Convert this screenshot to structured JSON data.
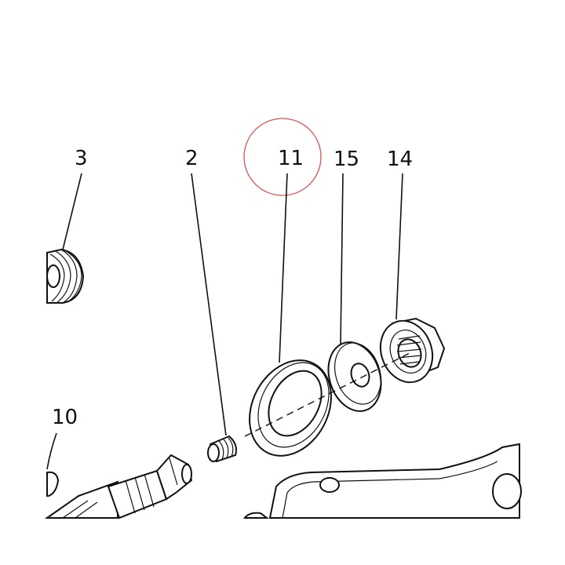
{
  "callouts": {
    "part_3": "3",
    "part_2": "2",
    "part_11": "11",
    "part_15": "15",
    "part_14": "14",
    "part_10": "10"
  },
  "highlight_color": "#d9534f",
  "line_color": "#111111"
}
